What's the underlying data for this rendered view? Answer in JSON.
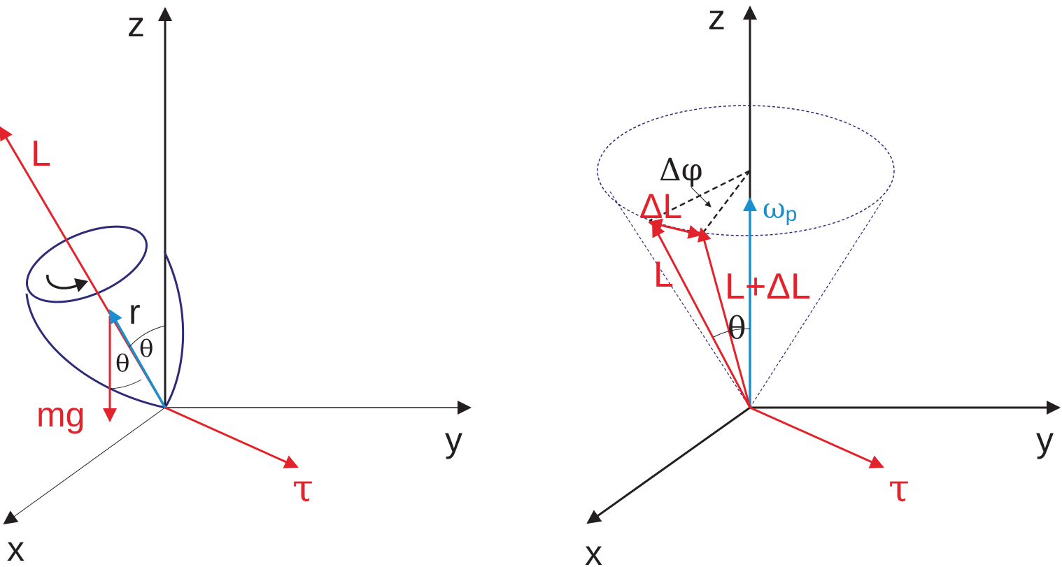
{
  "colors": {
    "axis": "#231f20",
    "vector": "#e3232b",
    "omega": "#1a8fce",
    "top_outline": "#2e2b78",
    "cone": "#2e2b78",
    "thin": "#231f20"
  },
  "left_panel": {
    "axis_z": "z",
    "axis_y": "y",
    "axis_x": "x",
    "vector_L": "L",
    "vector_r": "r",
    "vector_mg": "mg",
    "vector_tau": "τ",
    "angle_theta_1": "θ",
    "angle_theta_2": "θ",
    "spin_arrow_icon": "curved-arrow-icon"
  },
  "right_panel": {
    "axis_z": "z",
    "axis_y": "y",
    "axis_x": "x",
    "vector_L": "L",
    "vector_L_plus_dL": "L+ΔL",
    "vector_dL": "ΔL",
    "vector_tau": "τ",
    "omega_symbol": "ω",
    "omega_subscript": "p",
    "delta_phi": "Δφ",
    "angle_theta": "θ"
  }
}
